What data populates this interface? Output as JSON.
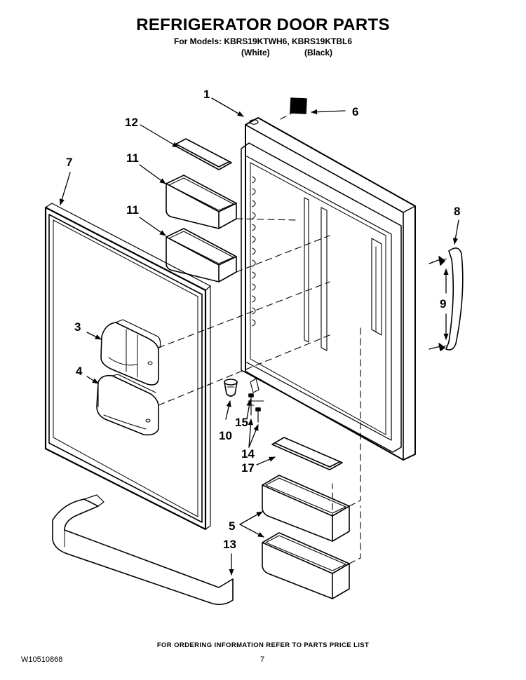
{
  "header": {
    "title": "REFRIGERATOR DOOR PARTS",
    "models_line": "For Models: KBRS19KTWH6, KBRS19KTBL6",
    "color_white": "(White)",
    "color_black": "(Black)"
  },
  "callouts": {
    "c1": "1",
    "c3": "3",
    "c4": "4",
    "c5": "5",
    "c6": "6",
    "c7": "7",
    "c8": "8",
    "c9": "9",
    "c10": "10",
    "c11a": "11",
    "c11b": "11",
    "c12": "12",
    "c13": "13",
    "c14": "14",
    "c15": "15",
    "c17": "17"
  },
  "footer": {
    "ordering_note": "FOR ORDERING INFORMATION REFER TO PARTS PRICE LIST",
    "document_number": "W10510868",
    "page_number": "7"
  }
}
